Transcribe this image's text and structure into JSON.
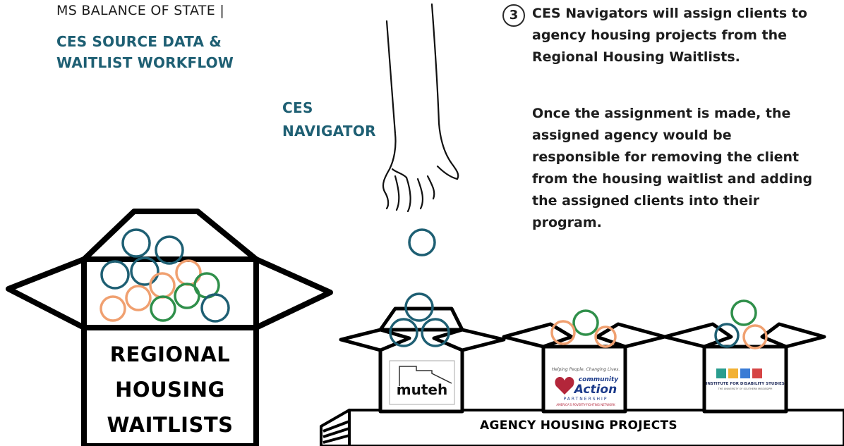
{
  "header": {
    "eyebrow": "MS BALANCE OF STATE |",
    "title_line1": "CES SOURCE DATA &",
    "title_line2": "WAITLIST WORKFLOW"
  },
  "navigator": {
    "line1": "CES",
    "line2": "NAVIGATOR"
  },
  "step": {
    "number": "3",
    "text_line1": "CES Navigators will assign clients to",
    "text_line2": "agency housing projects from the",
    "text_line3": "Regional Housing Waitlists.",
    "text2_line1": "Once the assignment is made, the",
    "text2_line2": "assigned agency would be",
    "text2_line3": "responsible for removing the client",
    "text2_line4": "from the housing waitlist and adding",
    "text2_line5": "the assigned clients into their",
    "text2_line6": "program."
  },
  "waitlist_box": {
    "line1": "REGIONAL",
    "line2": "HOUSING",
    "line3": "WAITLISTS"
  },
  "agency": {
    "label": "AGENCY HOUSING PROJECTS",
    "logos": [
      {
        "name": "muteh"
      },
      {
        "tagline": "Helping People. Changing Lives.",
        "name_top": "community",
        "name_main": "Action",
        "sub": "PARTNERSHIP",
        "foot": "AMERICA'S POVERTY-FIGHTING NETWORK"
      },
      {
        "line1": "INSTITUTE FOR DISABILITY STUDIES",
        "line2": "THE UNIVERSITY OF SOUTHERN MISSISSIPPI"
      }
    ]
  },
  "colors": {
    "teal": "#1e5f73",
    "orange": "#f0a070",
    "green": "#2f8f4a",
    "black": "#000000"
  }
}
